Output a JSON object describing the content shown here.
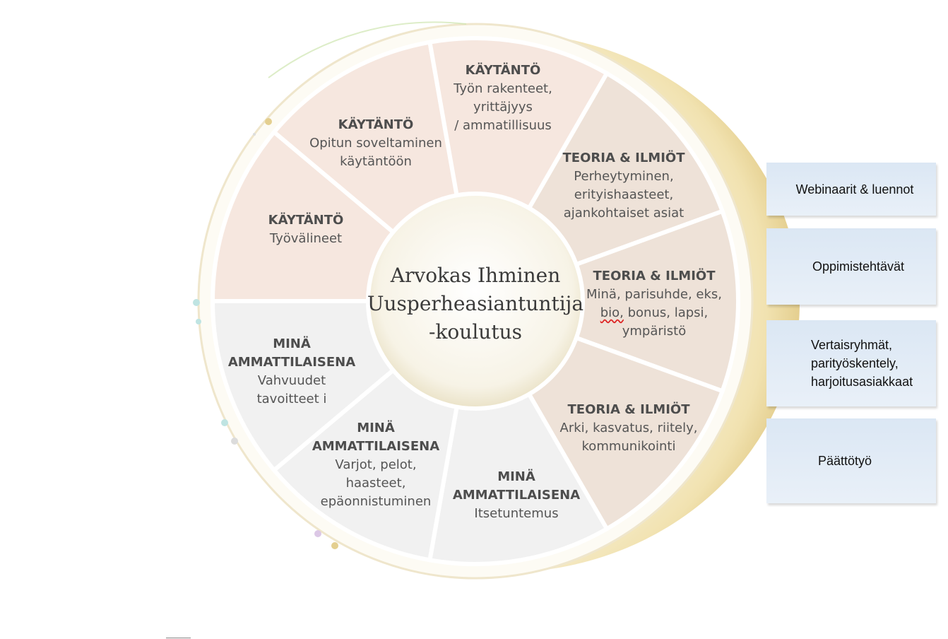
{
  "center_title": [
    "Arvokas Ihminen",
    "Uusperheasiantuntija",
    "-koulutus"
  ],
  "segments": [
    {
      "title": "KÄYTÄNTÖ",
      "lines": [
        "Työvälineet"
      ],
      "category": "kaytanto"
    },
    {
      "title": "KÄYTÄNTÖ",
      "lines": [
        "Opitun soveltaminen",
        "käytäntöön"
      ],
      "category": "kaytanto"
    },
    {
      "title": "KÄYTÄNTÖ",
      "lines": [
        "Työn rakenteet,",
        "yrittäjyys",
        "/ ammatillisuus"
      ],
      "category": "kaytanto"
    },
    {
      "title": "TEORIA & ILMIÖT",
      "lines": [
        "Perheytyminen,",
        "erityishaasteet,",
        "ajankohtaiset asiat"
      ],
      "category": "teoria"
    },
    {
      "title": "TEORIA & ILMIÖT",
      "lines": [
        "Minä, parisuhde,  eks,",
        "bio, bonus, lapsi,",
        "ympäristö"
      ],
      "category": "teoria"
    },
    {
      "title": "TEORIA & ILMIÖT",
      "lines": [
        "Arki, kasvatus,  riitely,",
        "kommunikointi"
      ],
      "category": "teoria"
    },
    {
      "title": "MINÄ AMMATTILAISENA",
      "lines": [
        "Itsetuntemus"
      ],
      "category": "mina"
    },
    {
      "title": "MINÄ AMMATTILAISENA",
      "lines": [
        "Varjot, pelot,",
        "haasteet,",
        "epäonnistuminen"
      ],
      "category": "mina"
    },
    {
      "title": "MINÄ AMMATTILAISENA",
      "lines": [
        "Vahvuudet",
        "tavoitteet i"
      ],
      "category": "mina"
    }
  ],
  "colors": {
    "kaytanto": "#f6e7df",
    "teoria": "#eee2d8",
    "mina": "#f1f1f1",
    "gold": "#e6cf8c",
    "box": "#dde8f4"
  },
  "side_boxes": [
    {
      "label": "Webinaarit & luennot"
    },
    {
      "label": "Oppimistehtävät"
    },
    {
      "label": "Vertaisryhmät,\nparityöskentely,\nharjoitusasiakkaat"
    },
    {
      "label": "Päättötyö"
    }
  ]
}
